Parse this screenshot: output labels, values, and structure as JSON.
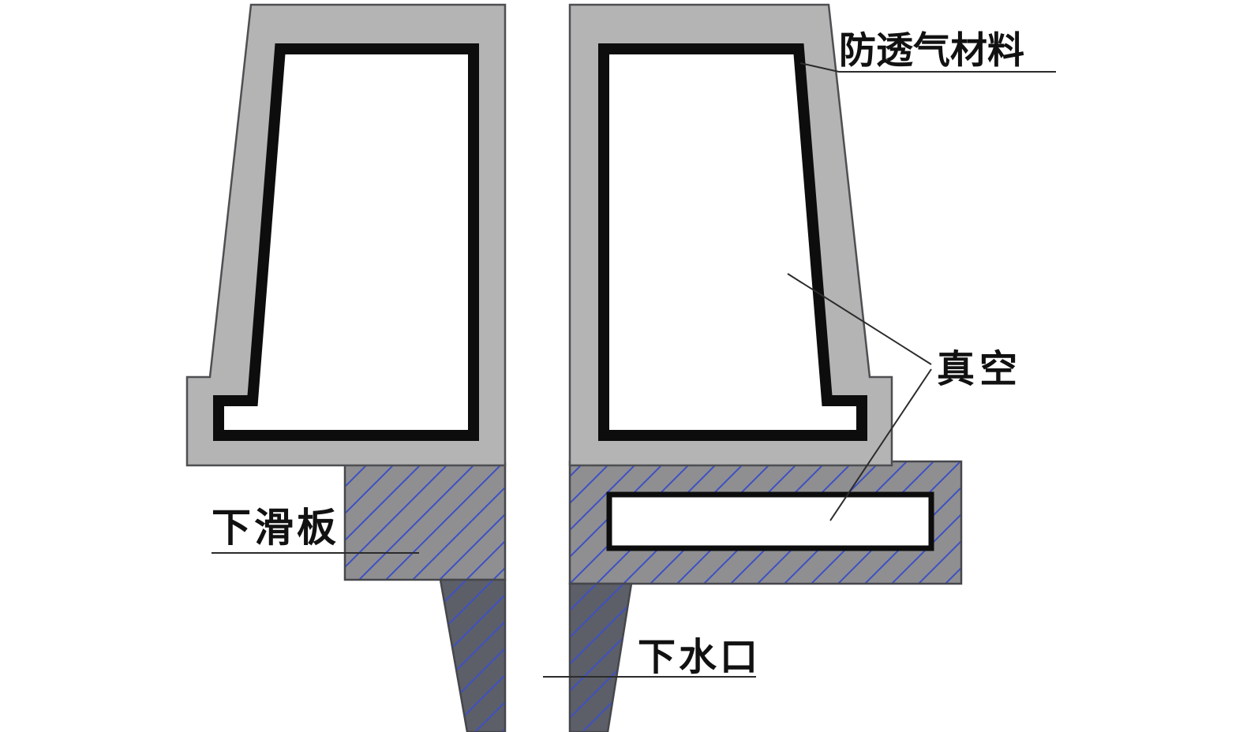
{
  "page": {
    "background": "#ffffff"
  },
  "diagram": {
    "type": "engineering-cross-section",
    "labels": {
      "material": "防透气材料",
      "vacuum": "真空",
      "slide_plate": "下滑板",
      "outlet": "下水口"
    },
    "colors": {
      "mold_gray": "#b4b4b4",
      "mold_outline": "#4e4f52",
      "lining_black": "#0d0d0d",
      "hatch_bg_light": "#8f8f92",
      "hatch_bg_dark": "#5d5f68",
      "hatch_line": "#3d50c3",
      "leader": "#2b2b2b",
      "text": "#111111"
    }
  }
}
